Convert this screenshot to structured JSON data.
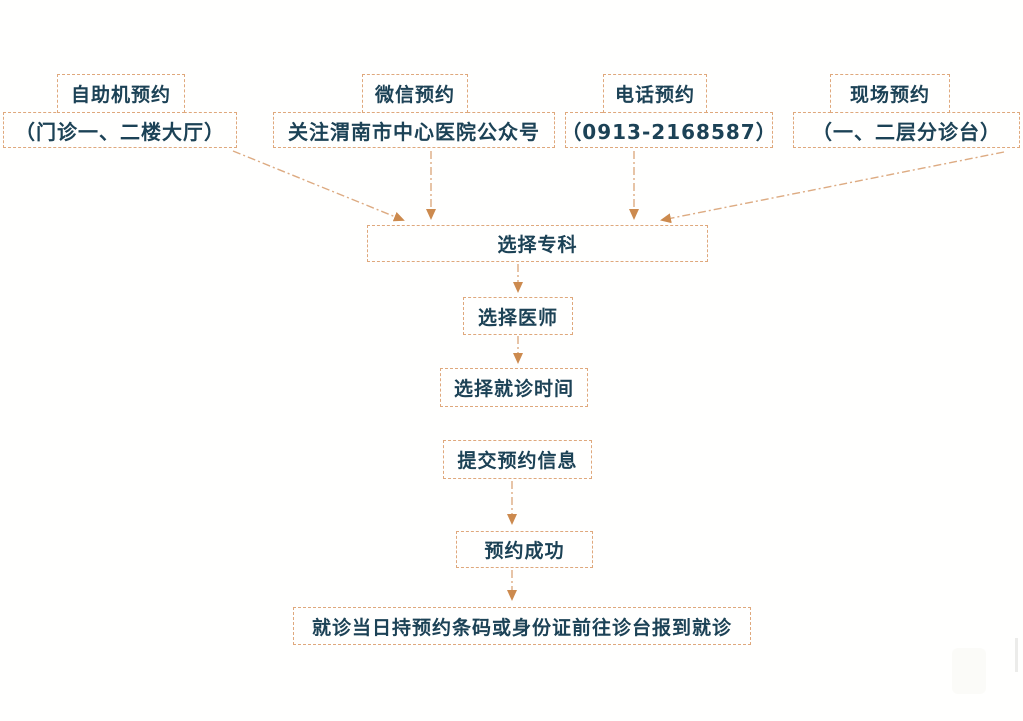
{
  "flowchart": {
    "colors": {
      "text": "#1c4256",
      "box_border": "#dfa87c",
      "arrow_line": "#ddab82",
      "arrowhead": "#cc8a4e",
      "background": "#ffffff"
    },
    "sources": [
      {
        "title": "自助机预约",
        "subtitle": "（门诊一、二楼大厅）"
      },
      {
        "title": "微信预约",
        "subtitle": "关注渭南市中心医院公众号"
      },
      {
        "title": "电话预约",
        "subtitle": "（0913-2168587）"
      },
      {
        "title": "现场预约",
        "subtitle": "（一、二层分诊台）"
      }
    ],
    "steps": [
      {
        "id": "specialty",
        "label": "选择专科"
      },
      {
        "id": "doctor",
        "label": "选择医师"
      },
      {
        "id": "time",
        "label": "选择就诊时间"
      },
      {
        "id": "submit",
        "label": "提交预约信息"
      },
      {
        "id": "success",
        "label": "预约成功"
      },
      {
        "id": "checkin",
        "label": "就诊当日持预约条码或身份证前往诊台报到就诊"
      }
    ]
  }
}
